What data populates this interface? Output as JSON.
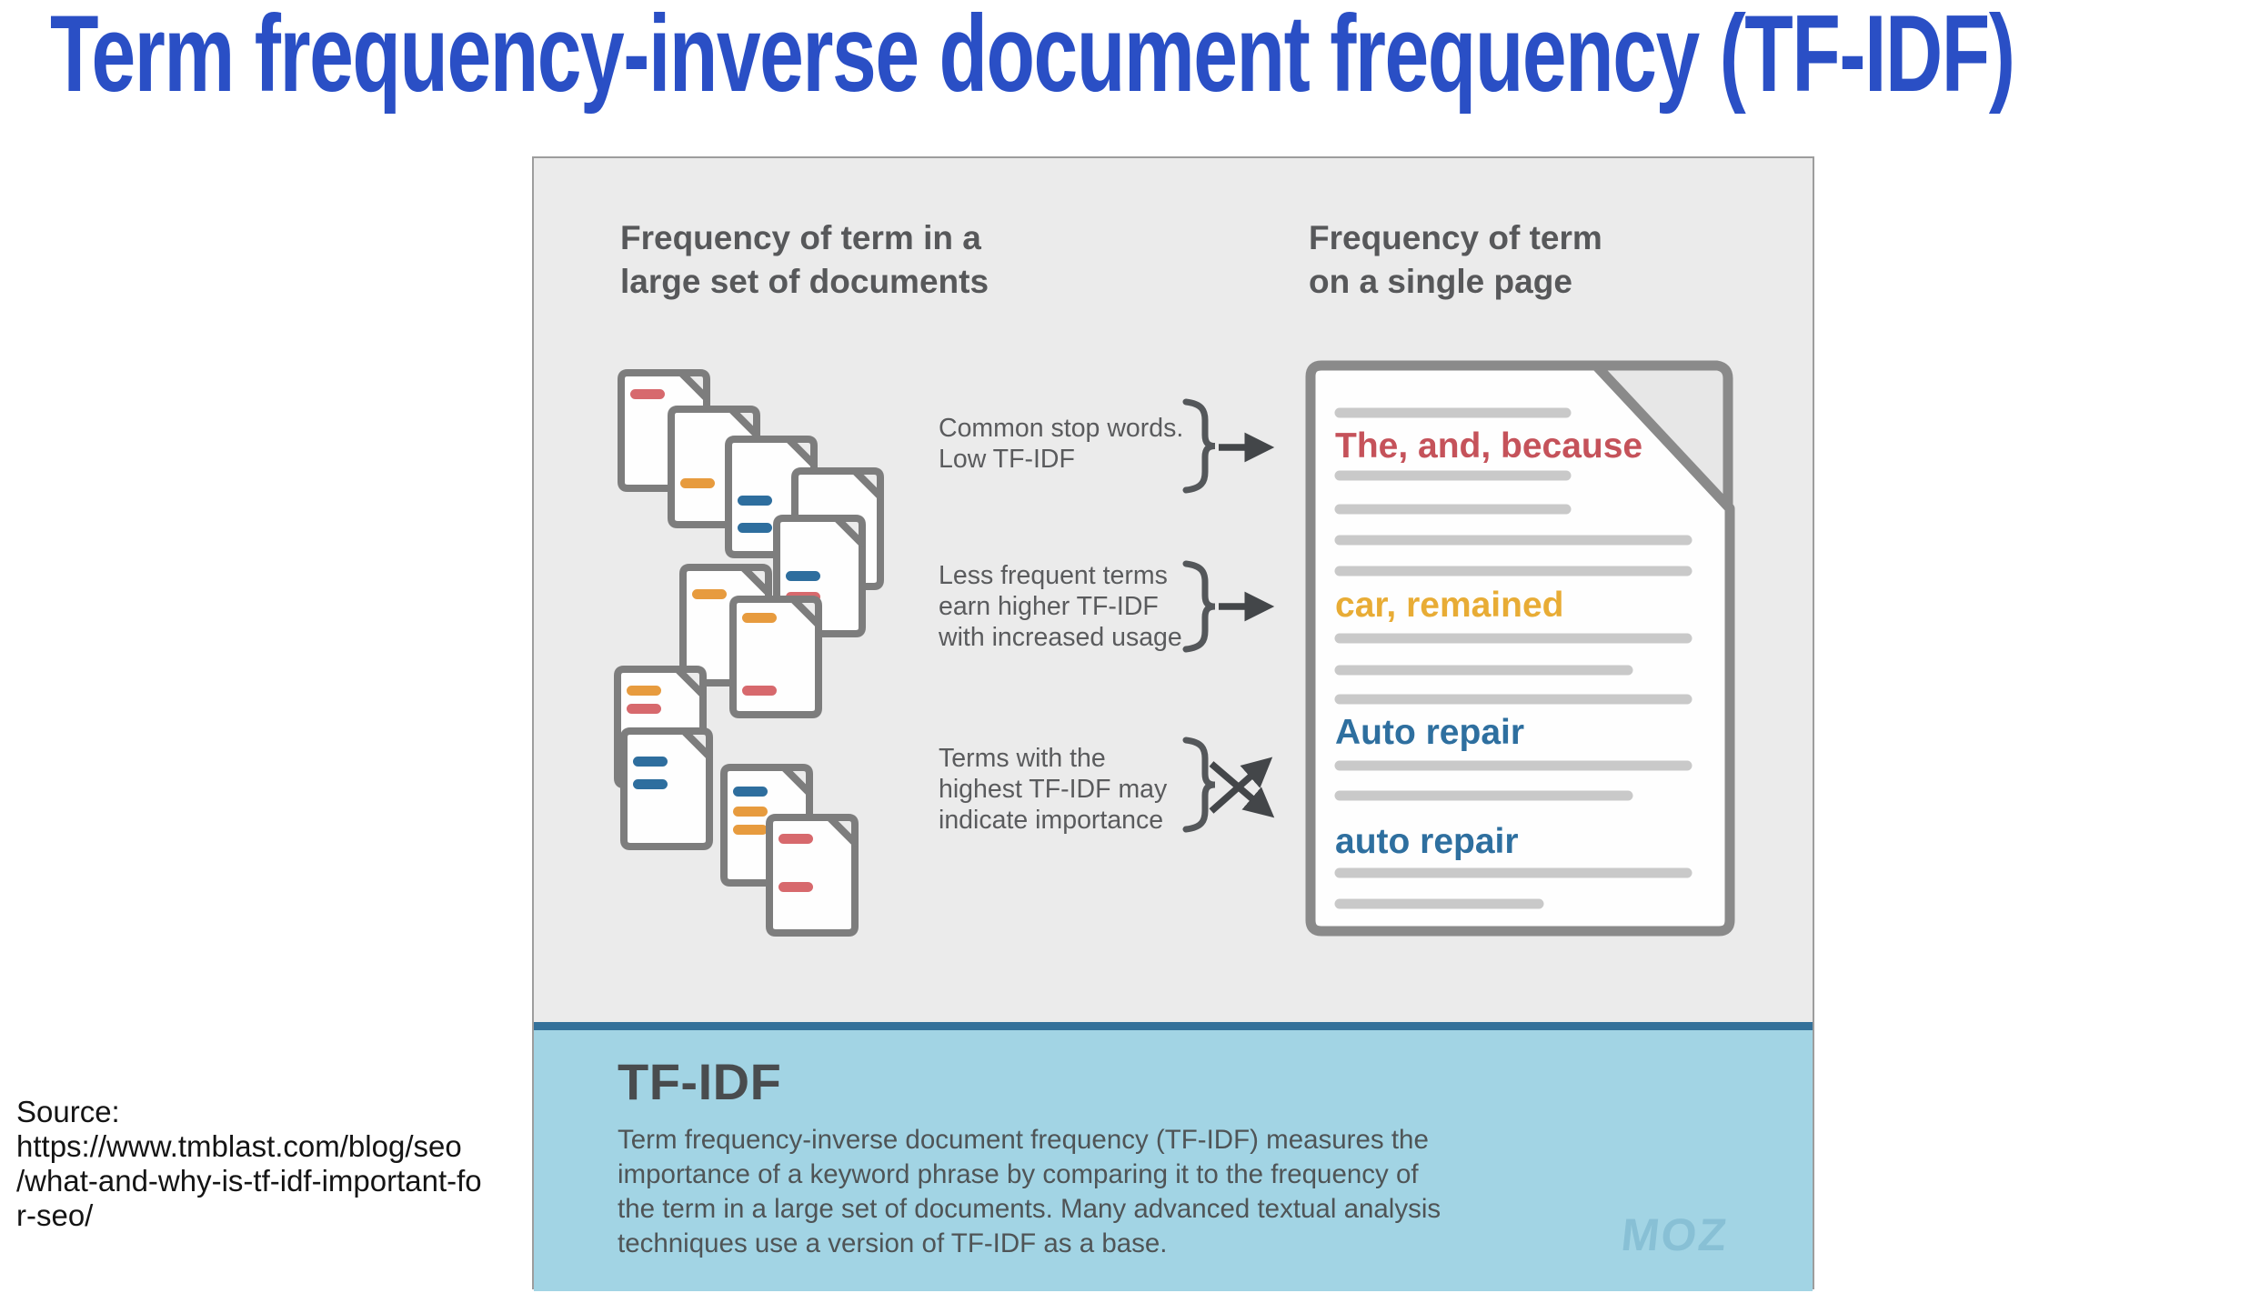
{
  "slide": {
    "title": "Term frequency-inverse document frequency (TF-IDF)",
    "source": {
      "label": "Source:",
      "url": "https://www.tmblast.com/blog/seo\n/what-and-why-is-tf-idf-important-fo\nr-seo/"
    }
  },
  "infographic": {
    "left_heading": "Frequency of term in a\nlarge set of documents",
    "right_heading": "Frequency of term\non a single page",
    "annotations": [
      {
        "text": "Common stop words.\nLow TF-IDF"
      },
      {
        "text": "Less frequent terms\nearn higher TF-IDF\nwith increased usage"
      },
      {
        "text": "Terms with the\nhighest TF-IDF may\nindicate importance"
      }
    ],
    "page_terms": [
      {
        "text": "The, and, because",
        "color": "#c5525a"
      },
      {
        "text": "car, remained",
        "color": "#e8ac35"
      },
      {
        "text": "Auto repair",
        "color": "#2e6f9f"
      },
      {
        "text": "auto repair",
        "color": "#2e6f9f"
      }
    ],
    "footer": {
      "heading": "TF-IDF",
      "body": "Term frequency-inverse document frequency (TF-IDF) measures the\nimportance of a keyword phrase by comparing it to the frequency of\nthe term in a large set of documents. Many advanced textual analysis\ntechniques use a version of TF-IDF as a base.",
      "brand": "MOZ"
    },
    "palette": {
      "title_blue": "#2a4fc5",
      "canvas_bg": "#ebebeb",
      "band_bg": "#a2d4e4",
      "band_border": "#34719a",
      "doc_bar_red": "#d7696d",
      "doc_bar_orange": "#e79b3e",
      "doc_bar_blue": "#2e6e9e",
      "doc_outline": "#7d7d7d",
      "page_outline": "#8a8a8a",
      "page_line": "#c9c9c9",
      "arrow": "#434649"
    }
  }
}
